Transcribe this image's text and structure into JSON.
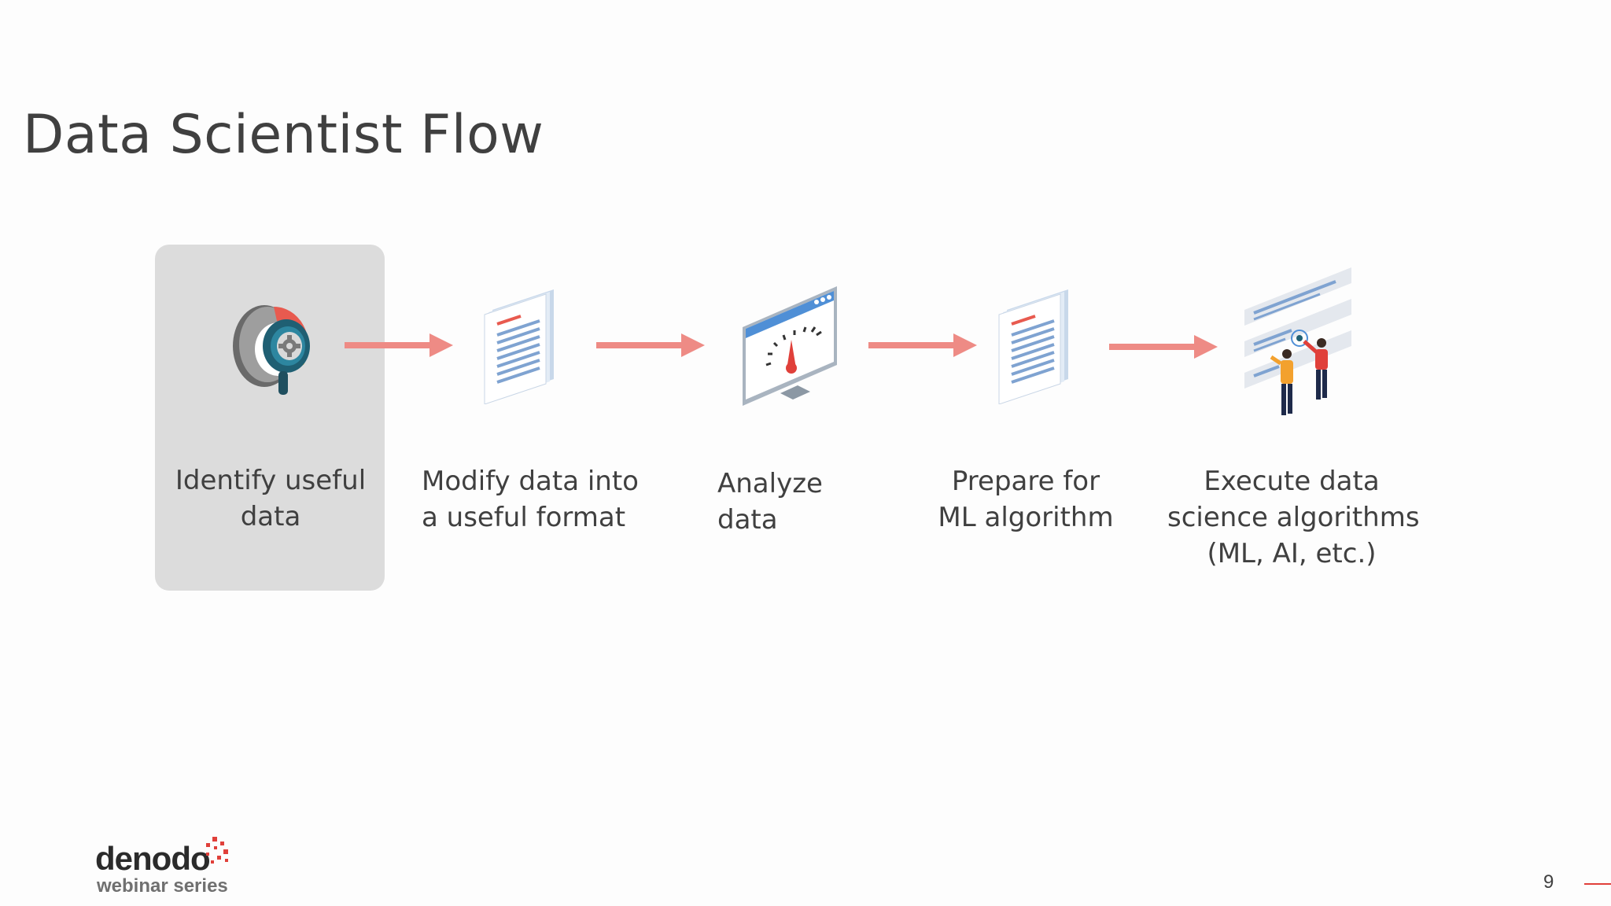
{
  "slide": {
    "title": "Data Scientist Flow",
    "page_number": "9"
  },
  "steps": [
    {
      "label_lines": [
        "Identify useful",
        "data"
      ],
      "icon": "search-gear-icon",
      "highlighted": true
    },
    {
      "label_lines": [
        "Modify data into",
        "a useful format"
      ],
      "icon": "document-stack-icon",
      "highlighted": false
    },
    {
      "label_lines": [
        "Analyze",
        "data"
      ],
      "icon": "monitor-gauge-icon",
      "highlighted": false
    },
    {
      "label_lines": [
        "Prepare for",
        "ML algorithm"
      ],
      "icon": "document-stack-icon",
      "highlighted": false
    },
    {
      "label_lines": [
        "Execute data",
        "science algorithms",
        "(ML, AI, etc.)"
      ],
      "icon": "people-dashboard-icon",
      "highlighted": false
    }
  ],
  "logo": {
    "name": "denodo",
    "tagline": "webinar series"
  },
  "colors": {
    "arrow": "#ee8b85",
    "highlight": "#dcdcdc",
    "text": "#404040",
    "accent": "#e0403a"
  }
}
